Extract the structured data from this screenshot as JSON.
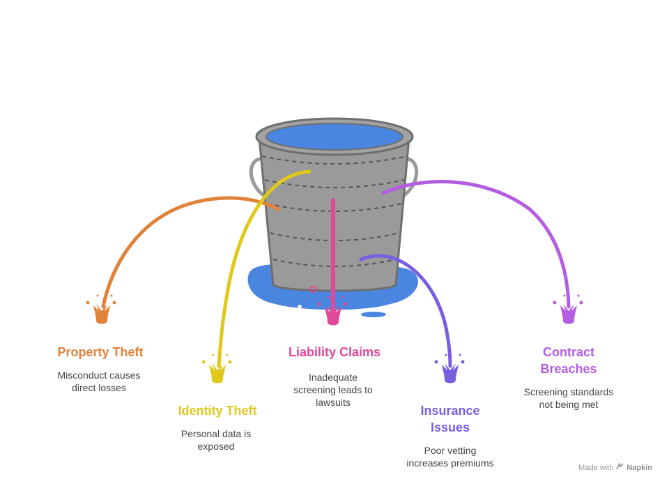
{
  "colors": {
    "property": "#e0823a",
    "identity": "#e0c81a",
    "liability": "#e0489a",
    "insurance": "#7a5ee0",
    "contract": "#b35ee0",
    "bucket": "#9a9a9a",
    "bucket_dark": "#6e6e6e",
    "water": "#4a86e0"
  },
  "items": [
    {
      "key": "property",
      "title": "Property Theft",
      "desc_lines": [
        "Misconduct causes",
        "direct losses"
      ]
    },
    {
      "key": "identity",
      "title": "Identity Theft",
      "desc_lines": [
        "Personal data is",
        "exposed"
      ]
    },
    {
      "key": "liability",
      "title": "Liability Claims",
      "desc_lines": [
        "Inadequate",
        "screening leads to",
        "lawsuits"
      ]
    },
    {
      "key": "insurance",
      "title_lines": [
        "Insurance",
        "Issues"
      ],
      "desc_lines": [
        "Poor vetting",
        "increases premiums"
      ]
    },
    {
      "key": "contract",
      "title_lines": [
        "Contract",
        "Breaches"
      ],
      "desc_lines": [
        "Screening standards",
        "not being met"
      ]
    }
  ],
  "footer": {
    "made_with": "Made with",
    "brand": "Napkin",
    "icon": "napkin-logo-icon"
  }
}
